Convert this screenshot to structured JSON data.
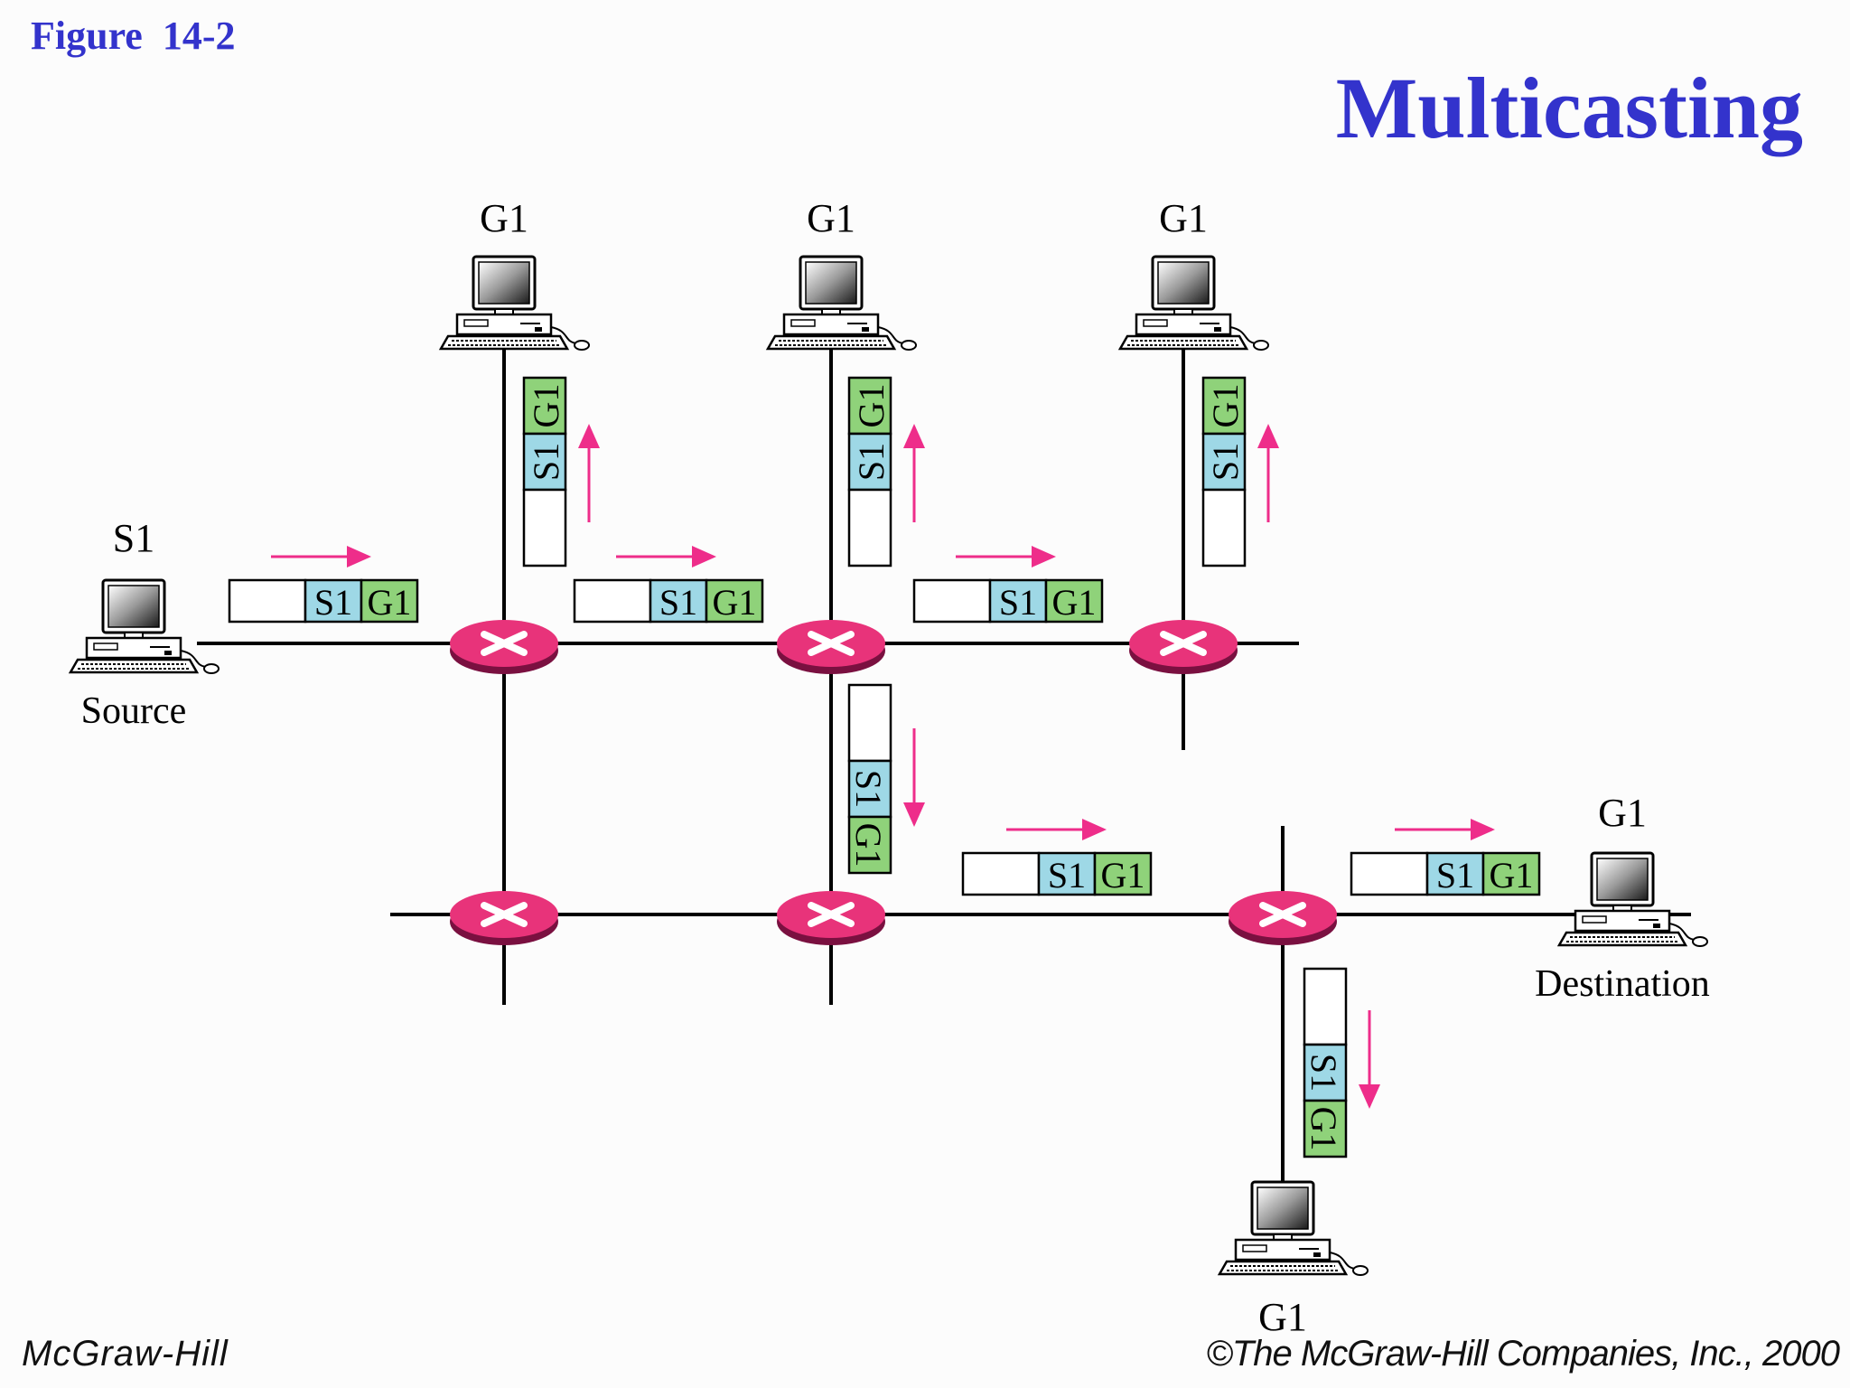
{
  "header": {
    "figure_label": "Figure  14-2",
    "title": "Multicasting"
  },
  "footer": {
    "left": "McGraw-Hill",
    "right": "©The McGraw-Hill Companies, Inc., 2000"
  },
  "diagram": {
    "source": {
      "label": "S1",
      "caption": "Source"
    },
    "destination": {
      "label": "G1",
      "caption": "Destination"
    },
    "group_members": [
      "G1",
      "G1",
      "G1",
      "G1"
    ],
    "packet_fields": {
      "source": "S1",
      "group": "G1"
    },
    "colors": {
      "router": "#e8337a",
      "router_dark": "#7a1040",
      "arrow": "#ee2d8a",
      "field_source": "#9ed8e6",
      "field_group": "#8fd27a",
      "title_blue": "#3333cc"
    }
  }
}
